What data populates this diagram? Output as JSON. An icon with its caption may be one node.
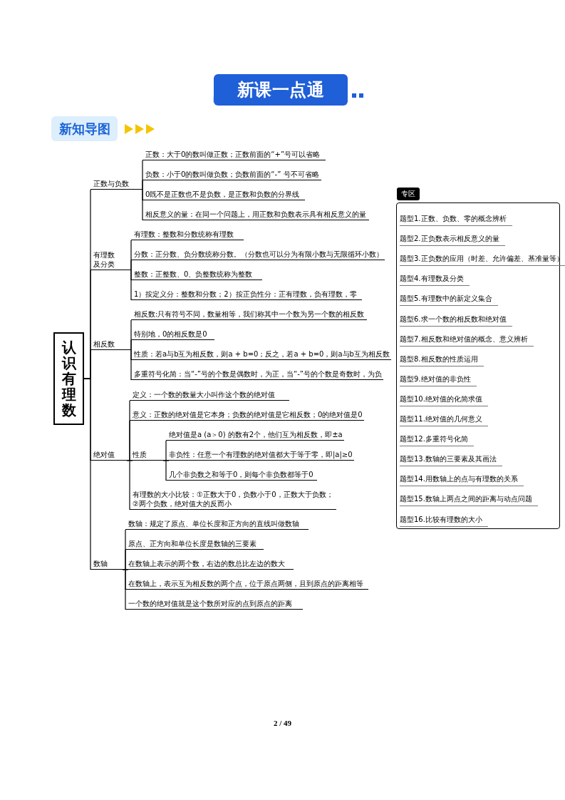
{
  "diagram": {
    "title": "新课一点通",
    "nodes": [
      {
        "text": [
          "认识有理数"
        ]
      },
      {
        "text": [
          "正数与负数"
        ]
      },
      {
        "text": [
          "正数：大于0的数叫做正数；正数前面的“+”号可以省略"
        ]
      },
      {
        "text": [
          "负数：小于0的数叫做负数；负数前面的“-” 号不可省略"
        ]
      },
      {
        "text": [
          "0既不是正数也不是负数，是正数和负数的分界线"
        ]
      },
      {
        "text": [
          "相反意义的量：在同一个问题上，用正数和负数表示具有相反意义的量"
        ]
      },
      {
        "text": [
          "有理数及分类"
        ]
      },
      {
        "text": [
          "有理数：整数和分数统称有理数"
        ]
      },
      {
        "text": [
          "分数：正分数、负分数统称分数。（分数也可以分为有限小数与无限循环小数）"
        ]
      },
      {
        "text": [
          "整数：正整数、0、负整数统称为整数"
        ]
      },
      {
        "text": [
          "1）按定义分：整数和分数；2）按正负性分：正有理数，负有理数，零"
        ]
      },
      {
        "text": [
          "相反数"
        ]
      },
      {
        "text": [
          "相反数:只有符号不同，数量相等，我们称其中一个数为另一个数的相反数"
        ]
      },
      {
        "text": [
          "特别地，0的相反数是0"
        ]
      },
      {
        "text": [
          "性质：若a与b互为相反数，则a + b=0；反之，若a + b=0，则a与b互为相反数"
        ]
      },
      {
        "text": [
          "多重符号化简：当“-”号的个数是偶数时，为正，当“-”号的个数是奇数时，为负"
        ]
      },
      {
        "text": [
          "绝对值"
        ]
      },
      {
        "text": [
          "定义：一个数的数量大小叫作这个数的绝对值"
        ]
      },
      {
        "text": [
          "意义：正数的绝对值是它本身；负数的绝对值是它相反数；0的绝对值是0"
        ]
      },
      {
        "text": [
          "性质"
        ]
      },
      {
        "text": [
          "绝对值是a (a＞0) 的数有2个，他们互为相反数，即±a"
        ]
      },
      {
        "text": [
          "非负性：任意一个有理数的绝对值都大于等于零，即|a|≥0"
        ]
      },
      {
        "text": [
          "几个非负数之和等于0，则每个非负数都等于0"
        ]
      },
      {
        "text": [
          "有理数的大小比较：①正数大于0，负数小于0，正数大于负数；②两个负数，绝对值大的反而小"
        ]
      },
      {
        "text": [
          "数轴"
        ]
      },
      {
        "text": [
          "数轴：规定了原点、单位长度和正方向的直线叫做数轴"
        ]
      },
      {
        "text": [
          "原点、正方向和单位长度是数轴的三要素"
        ]
      },
      {
        "text": [
          "在数轴上表示的两个数，右边的数总比左边的数大"
        ]
      },
      {
        "text": [
          "在数轴上，表示互为相反数的两个点，位于原点两侧，且到原点的距离相等"
        ]
      },
      {
        "text": [
          "一个数的绝对值就是这个数所对应的点到原点的距离"
        ]
      },
      {
        "text": [
          "专区"
        ]
      },
      {
        "text": [
          "题型1.正数、负数、零的概念辨析"
        ],
        "in": 30
      },
      {
        "text": [
          "题型2.正负数表示相反意义的量"
        ],
        "in": 30
      },
      {
        "text": [
          "题型3.正负数的应用（时差、允许偏差、基准量等）"
        ],
        "in": 30
      },
      {
        "text": [
          "题型4.有理数及分类"
        ],
        "in": 30
      },
      {
        "text": [
          "题型5.有理数中的新定义集合"
        ],
        "in": 30
      },
      {
        "text": [
          "题型6.求一个数的相反数和绝对值"
        ],
        "in": 30
      },
      {
        "text": [
          "题型7.相反数和绝对值的概念、意义辨析"
        ],
        "in": 30
      },
      {
        "text": [
          "题型8.相反数的性质运用"
        ],
        "in": 30
      },
      {
        "text": [
          "题型9.绝对值的非负性"
        ],
        "in": 30
      },
      {
        "text": [
          "题型10.绝对值的化简求值"
        ],
        "in": 30
      },
      {
        "text": [
          "题型11.绝对值的几何意义"
        ],
        "in": 30
      },
      {
        "text": [
          "题型12.多重符号化简"
        ],
        "in": 30
      },
      {
        "text": [
          "题型13.数轴的三要素及其画法"
        ],
        "in": 30
      },
      {
        "text": [
          "题型14.用数轴上的点与有理数的关系"
        ],
        "in": 30
      },
      {
        "text": [
          "题型15.数轴上两点之间的距离与动点问题"
        ],
        "in": 30
      },
      {
        "text": [
          "题型16.比较有理数的大小"
        ],
        "in": 30
      }
    ],
    "edges": [
      {
        "from": 0,
        "to": 1,
        "arrow": "none"
      },
      {
        "from": 0,
        "to": 6,
        "arrow": "none"
      },
      {
        "from": 0,
        "to": 11,
        "arrow": "none"
      },
      {
        "from": 0,
        "to": 16,
        "arrow": "none"
      },
      {
        "from": 0,
        "to": 24,
        "arrow": "none"
      },
      {
        "from": 1,
        "to": 2,
        "arrow": "none"
      },
      {
        "from": 1,
        "to": 3,
        "arrow": "none"
      },
      {
        "from": 1,
        "to": 4,
        "arrow": "none"
      },
      {
        "from": 1,
        "to": 5,
        "arrow": "none"
      },
      {
        "from": 6,
        "to": 7,
        "arrow": "none"
      },
      {
        "from": 6,
        "to": 8,
        "arrow": "none"
      },
      {
        "from": 6,
        "to": 9,
        "arrow": "none"
      },
      {
        "from": 6,
        "to": 10,
        "arrow": "none"
      },
      {
        "from": 11,
        "to": 12,
        "arrow": "none"
      },
      {
        "from": 11,
        "to": 13,
        "arrow": "none"
      },
      {
        "from": 11,
        "to": 14,
        "arrow": "none"
      },
      {
        "from": 11,
        "to": 15,
        "arrow": "none"
      },
      {
        "from": 16,
        "to": 17,
        "arrow": "none"
      },
      {
        "from": 16,
        "to": 18,
        "arrow": "none"
      },
      {
        "from": 16,
        "to": 19,
        "arrow": "none"
      },
      {
        "from": 16,
        "to": 23,
        "arrow": "none"
      },
      {
        "from": 19,
        "to": 20,
        "arrow": "none"
      },
      {
        "from": 19,
        "to": 21,
        "arrow": "none"
      },
      {
        "from": 19,
        "to": 22,
        "arrow": "none"
      },
      {
        "from": 24,
        "to": 25,
        "arrow": "none"
      },
      {
        "from": 24,
        "to": 26,
        "arrow": "none"
      },
      {
        "from": 24,
        "to": 27,
        "arrow": "none"
      },
      {
        "from": 24,
        "to": 28,
        "arrow": "none"
      },
      {
        "from": 24,
        "to": 29,
        "arrow": "none"
      }
    ],
    "labels": [
      "新知导图",
      "2 / 49"
    ]
  }
}
